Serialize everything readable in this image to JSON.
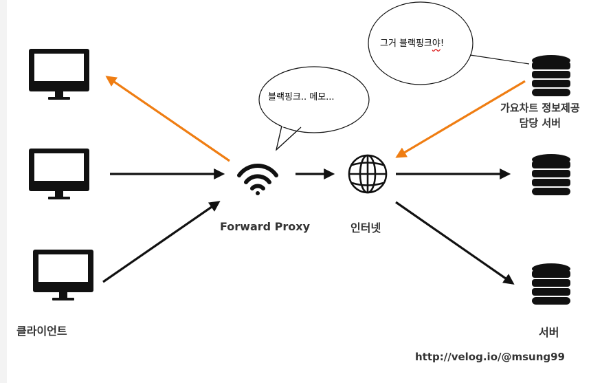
{
  "nodes": {
    "client_label": "클라이언트",
    "proxy_label": "Forward Proxy",
    "internet_label": "인터넷",
    "rating_server_label_line1": "가요차트 정보제공",
    "rating_server_label_line2": "담당 서버",
    "server_label": "서버"
  },
  "bubbles": {
    "proxy_memo": "블랙핑크.. 메모...",
    "rating_reply_a": "그거 블랙핑크",
    "rating_reply_b": "야",
    "rating_reply_c": "!"
  },
  "footer": {
    "url": "http://velog.io/@msung99"
  },
  "colors": {
    "arrow_black": "#111111",
    "arrow_orange": "#ef7d12",
    "ink": "#111111",
    "label_text": "#333333"
  },
  "icons": {
    "client": "desktop-monitor-icon",
    "proxy": "wifi-icon",
    "internet": "globe-icon",
    "server": "database-stack-icon"
  }
}
